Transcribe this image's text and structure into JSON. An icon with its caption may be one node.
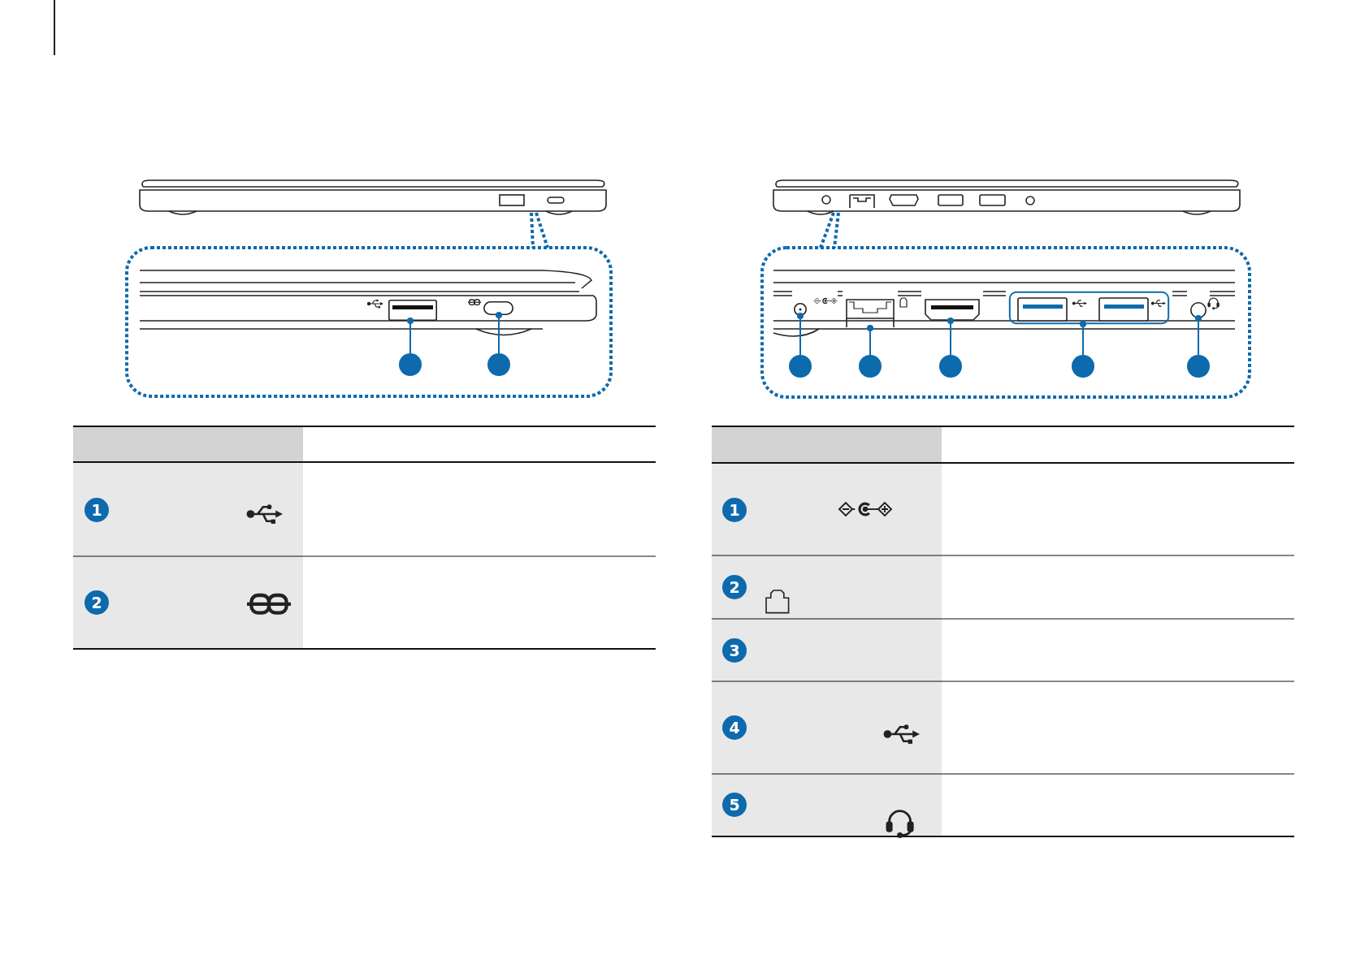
{
  "diagram": {
    "nodes": [
      {
        "text": [],
        "shape": "box"
      },
      {
        "text": [],
        "shape": "box"
      },
      {
        "text": [],
        "shape": "circle"
      },
      {
        "text": [],
        "shape": "circle"
      },
      {
        "text": [],
        "shape": "circle"
      },
      {
        "text": [],
        "shape": "box"
      },
      {
        "text": [],
        "shape": "box"
      },
      {
        "text": [],
        "shape": "box"
      },
      {
        "text": [],
        "shape": "circle"
      },
      {
        "text": [],
        "shape": "circle"
      },
      {
        "text": [],
        "shape": "circle"
      },
      {
        "text": [],
        "shape": "circle"
      },
      {
        "text": [],
        "shape": "circle"
      },
      {
        "text": [],
        "shape": "circle"
      }
    ],
    "edges": [
      {
        "from": 2,
        "to": 0,
        "arrow": "other"
      },
      {
        "from": 3,
        "to": 1,
        "arrow": "other"
      },
      {
        "from": 9,
        "to": 4,
        "arrow": "other"
      },
      {
        "from": 10,
        "to": 5,
        "arrow": "other"
      },
      {
        "from": 11,
        "to": 6,
        "arrow": "other"
      },
      {
        "from": 12,
        "to": 7,
        "arrow": "other"
      },
      {
        "from": 13,
        "to": 8,
        "arrow": "other"
      }
    ],
    "labels": [
      "1",
      "2",
      "1",
      "2",
      "3",
      "4",
      "5"
    ]
  }
}
